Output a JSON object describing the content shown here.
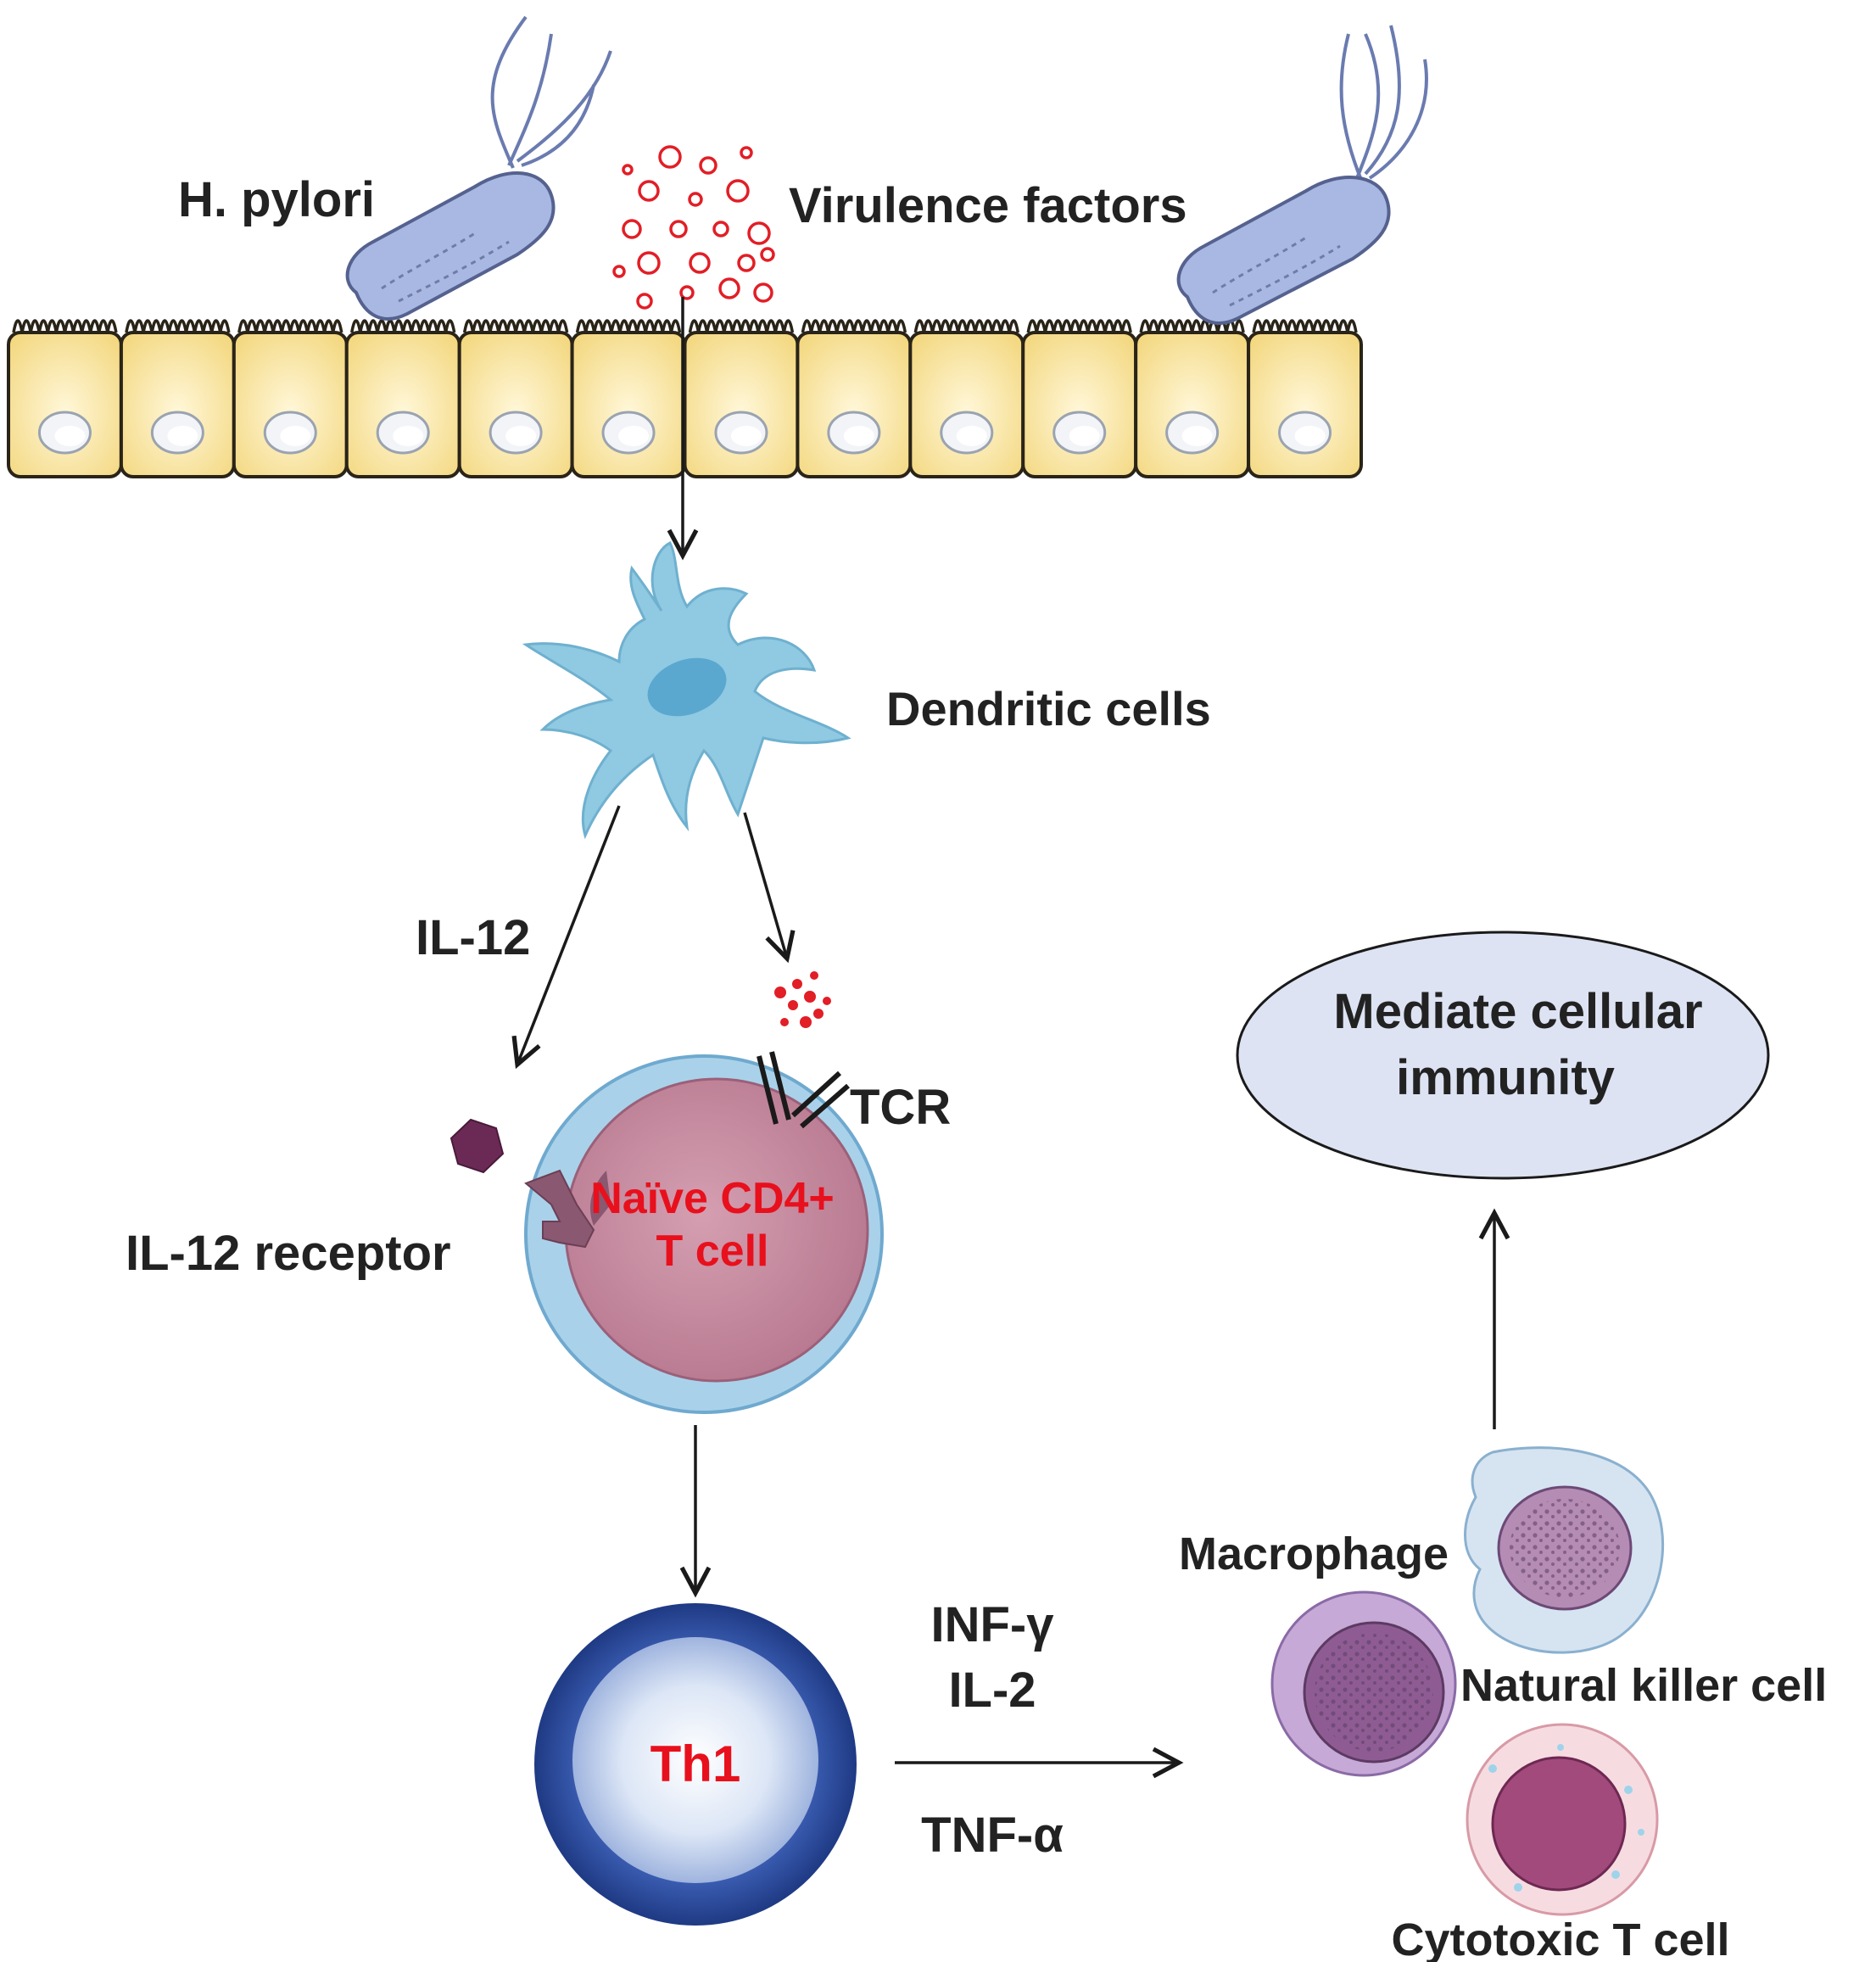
{
  "labels": {
    "h_pylori": "H. pylori",
    "virulence_factors": "Virulence factors",
    "dendritic_cells": "Dendritic cells",
    "il12": "IL-12",
    "tcr": "TCR",
    "il12_receptor": "IL-12 receptor",
    "naive_cd4_line1": "Naïve CD4+",
    "naive_cd4_line2": "T cell",
    "th1": "Th1",
    "inf_gamma": "INF-γ",
    "il2": "IL-2",
    "tnf_alpha": "TNF-α",
    "macrophage": "Macrophage",
    "natural_killer_cell": "Natural killer cell",
    "cytotoxic_t_cell": "Cytotoxic T cell",
    "mediate_line1": "Mediate cellular",
    "mediate_line2": "immunity"
  },
  "colors": {
    "epithelium_fill": "#fbe9b0",
    "epithelium_stroke": "#2a2418",
    "bacteria": "#a9b8e2",
    "dendritic": "#8fc9e2",
    "naive_outer": "#a9d2ea",
    "naive_inner": "#c88aa0",
    "th1_outer": "#2e4d9e",
    "th1_inner": "#e6edf8",
    "ellipse": "#dde3f3",
    "virulence": "#e21e26",
    "receptor": "#8a5870",
    "text_red": "#e8101c",
    "text": "#222222"
  },
  "epithelium": {
    "cell_count": 12
  },
  "ui": {
    "icons": {
      "bacterium": "bacterium-icon",
      "dendritic_cell": "dendritic-cell-icon",
      "naive_cd4_t_cell": "t-cell-icon",
      "th1_cell": "th1-cell-icon",
      "macrophage": "macrophage-icon",
      "nk_cell": "nk-cell-icon",
      "cytotoxic_t_cell": "cytotoxic-t-cell-icon",
      "il12_molecule": "hexagon-icon",
      "tcr_receptor": "receptor-icon"
    }
  }
}
